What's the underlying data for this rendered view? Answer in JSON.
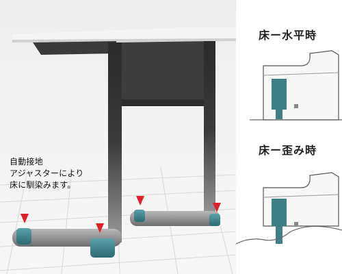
{
  "main_illustration": {
    "caption_lines": [
      "自動接地",
      "アジャスターにより",
      "床に馴染みます。"
    ]
  },
  "detail_panels": [
    {
      "title": "床ー水平時"
    },
    {
      "title": "床ー歪み時"
    }
  ],
  "colors": {
    "accent_marker": "#e0202a",
    "adjuster": "#3f7f86",
    "frame_dark": "#2b2b2b"
  }
}
